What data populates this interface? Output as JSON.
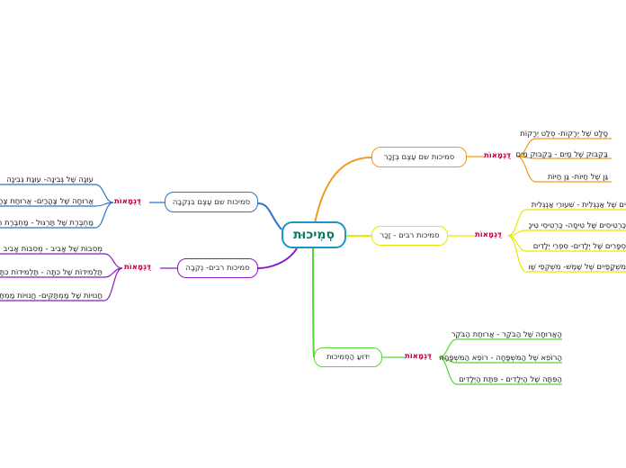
{
  "root": {
    "label": "סְמִיכוּת"
  },
  "tag_label": "דֻּגְמָאוֹת",
  "branches": {
    "masc_singular": {
      "title": "סמיכות שם עֶצֶם בְּזָכָר",
      "color": "#f39a1e",
      "items": [
        "סָלָט שֶׁל יְרָקוֹת- סְלַט יְרָקוֹת",
        "בַּקְבּוּק שֶׁל מַיִם - בַּקְבּוּק מַיִם",
        "גַּן שֶׁל חַיּוֹת- גַּן חַיּוֹת"
      ]
    },
    "masc_plural": {
      "title": "סמיכות רבים - זָכָר",
      "color": "#e8e800",
      "items": [
        "שִׁיעוּרִים שֶׁל אַנְגְּלִית - שִׁעוּרֵי אַנְגְּלִית",
        "כַּרְטִיסִים שֶׁל טִיסָה- כַּרְטִיסֵי טִיסָה",
        "סְפָרִים שֶׁל יְלָדִים- סִפְרֵי יְלָדִים",
        "מִשְׁקָפַיִים שֶׁל שֶׁמֶשׁ- מִשְׁקְפֵי שֶׁמֶשׁ"
      ]
    },
    "definiteness": {
      "title": "יִדּוּעַ הַסְּמִיכוּת",
      "color": "#57d832",
      "items": [
        "הָאֲרוּחָה שֶׁל הַבֹּקֶר - אֲרוּחַת הַבֹּקֶר",
        "הָרוֹפֵא שֶׁל הַמִּשְׁפָּחָה - רוֹפֵא הַמִּשְׁפָּחָה",
        "הַפִּתָּה שֶׁל הַיְּלָדִים - פִּתַּת הַיְּלָדִים"
      ]
    },
    "fem_singular": {
      "title": "סמיכות שם עֶצֶם בִּנְקֵבָה",
      "color": "#2f72c9",
      "items": [
        "עוּגָה שֶׁל גְּבִינָה- עוּגַת גְּבִינָה",
        "אֲרוּחָה שֶׁל צָהֳרַיִם- אֲרוּחַת צָהֳרַיִם",
        "מַחְבֶּרֶת שֶׁל תַּרְגּוּל - מַחְבֶּרֶת תַּרְגּוּל"
      ]
    },
    "fem_plural": {
      "title": "סמיכות רבים- נְקֵבָה",
      "color": "#8a1ac7",
      "items": [
        "מְסִבּוֹת שֶׁל אָבִיב - מְסִבּוֹת אָבִיב",
        "תַּלְמִידוֹת שֶׁל כִּתָּה - תַּלְמִידוֹת כִּתָּה",
        "חֲנוּיוֹת שֶׁל מַמְתַּקִּים- חֲנוּיוֹת מַמְתַּקִּים"
      ]
    }
  }
}
